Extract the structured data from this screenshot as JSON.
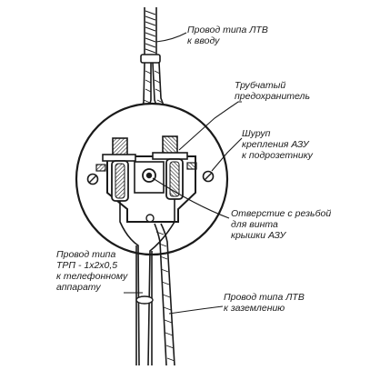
{
  "labels": {
    "ltv_input": [
      "Провод типа ЛТВ",
      "к вводу"
    ],
    "fuse": [
      "Трубчатый",
      "предохранитель"
    ],
    "screw": [
      "Шуруп",
      "крепления АЗУ",
      "к подрозетнику"
    ],
    "hole": [
      "Отверстие с резьбой",
      "для винта",
      "крышки АЗУ"
    ],
    "trp_wire": [
      "Провод типа",
      "ТРП - 1х2х0,5",
      "к телефонному",
      "аппарату"
    ],
    "ltv_ground": [
      "Провод типа ЛТВ",
      "к заземлению"
    ]
  },
  "colors": {
    "ink": "#1a1a1a",
    "paper": "#ffffff"
  }
}
